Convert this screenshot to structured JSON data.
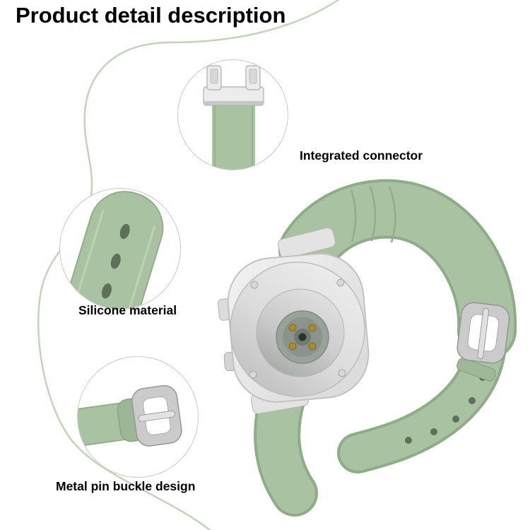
{
  "title": "Product detail description",
  "callouts": [
    {
      "id": "connector",
      "label": "Integrated connector"
    },
    {
      "id": "silicone",
      "label": "Silicone material"
    },
    {
      "id": "buckle",
      "label": "Metal pin buckle design"
    }
  ],
  "colors": {
    "background": "#ffffff",
    "text": "#000000",
    "strap_green": "#a9c2a2",
    "strap_green_dark": "#8fac88",
    "strap_green_light": "#bdd1b6",
    "hole_dark": "#5e7058",
    "curve_green": "#c2d4bc",
    "metal_light": "#ececec",
    "metal": "#cbcbcb",
    "metal_dark": "#9d9d9d",
    "sensor_gray": "#8b948c",
    "gold_dot": "#a98a33"
  }
}
